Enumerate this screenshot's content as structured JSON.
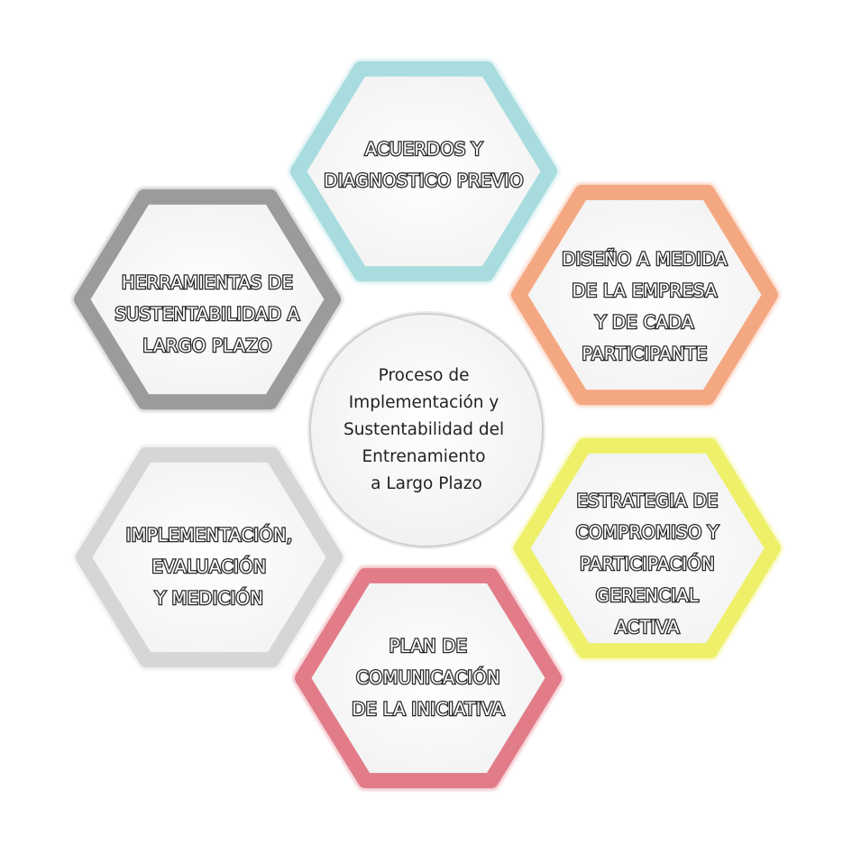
{
  "center": {
    "lines": [
      "Proceso de",
      "Implementación y",
      "Sustentabilidad del",
      "Entrenamiento",
      "a Largo Plazo"
    ]
  },
  "hexagons": [
    {
      "id": "acuerdos",
      "border_color": "#a8dcdf",
      "lines": [
        "ACUERDOS Y",
        "DIAGNOSTICO PREVIO"
      ]
    },
    {
      "id": "diseno",
      "border_color": "#f4a882",
      "lines": [
        "DISEÑO A MEDIDA",
        "DE LA EMPRESA",
        "Y DE CADA",
        "PARTICIPANTE"
      ]
    },
    {
      "id": "estrategia",
      "border_color": "#eef06a",
      "lines": [
        "ESTRATEGIA DE",
        "COMPROMISO Y",
        "PARTICIPACIÓN",
        "GERENCIAL",
        "ACTIVA"
      ]
    },
    {
      "id": "plan",
      "border_color": "#e27c89",
      "lines": [
        "PLAN DE",
        "COMUNICACIÓN",
        "DE LA INICIATIVA"
      ]
    },
    {
      "id": "implementacion",
      "border_color": "#d6d6d6",
      "lines": [
        "IMPLEMENTACIÓN,",
        "EVALUACIÓN",
        "Y MEDICIÓN"
      ]
    },
    {
      "id": "herramientas",
      "border_color": "#9b9b9b",
      "lines": [
        "HERRAMIENTAS DE",
        "SUSTENTABILIDAD A",
        "LARGO PLAZO"
      ]
    }
  ]
}
